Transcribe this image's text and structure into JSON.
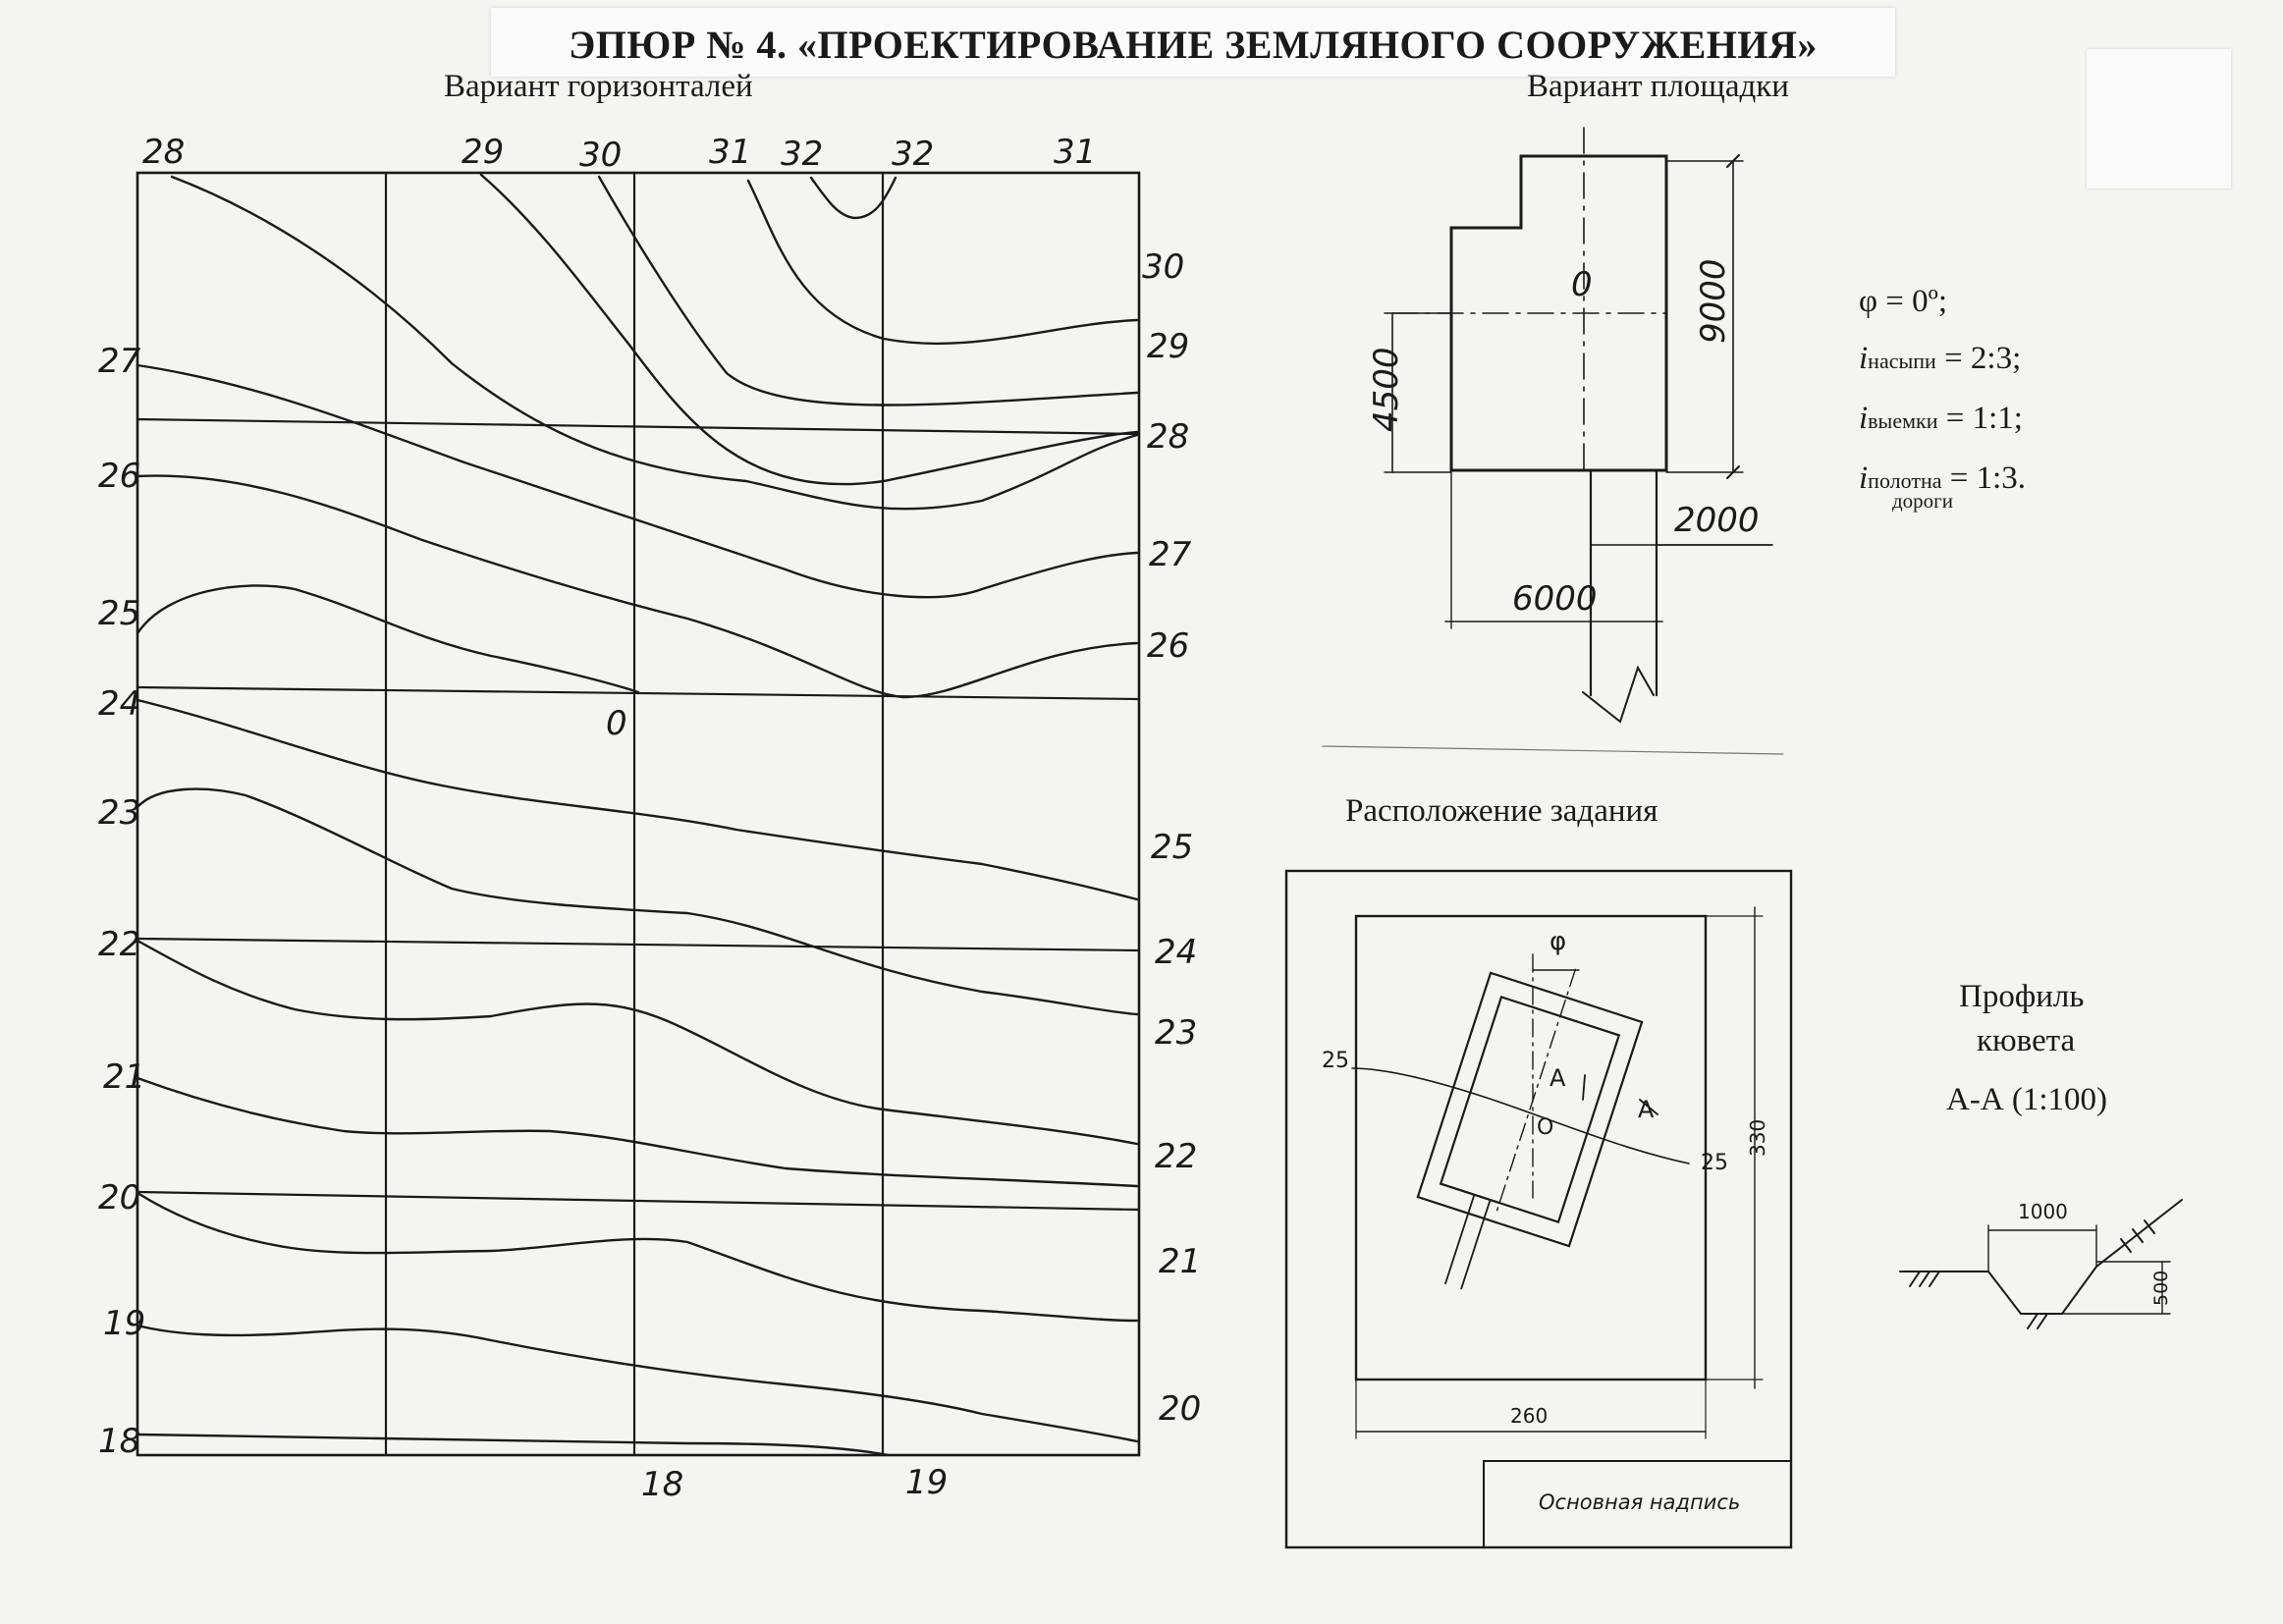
{
  "title": "ЭПЮР № 4. «ПРОЕКТИРОВАНИЕ ЗЕМЛЯНОГО СООРУЖЕНИЯ»",
  "contours": {
    "caption": "Вариант горизонталей",
    "top_labels": [
      "28",
      "29",
      "30",
      "31",
      "32",
      "32",
      "31"
    ],
    "left_labels": [
      "27",
      "26",
      "25",
      "24",
      "23",
      "22",
      "21",
      "20",
      "19",
      "18"
    ],
    "right_labels": [
      "30",
      "29",
      "28",
      "27",
      "26",
      "25",
      "24",
      "23",
      "22",
      "21",
      "20"
    ],
    "bottom_labels": [
      "18",
      "19"
    ],
    "origin_label": "0"
  },
  "site": {
    "caption": "Вариант площадки",
    "center_label": "0",
    "dim_height": "9000",
    "dim_half": "4500",
    "dim_road": "2000",
    "dim_width": "6000"
  },
  "params": {
    "phi": "φ = 0º;",
    "i1_sym": "i",
    "i1_sub": "насыпи",
    "i1_val": " = 2:3;",
    "i2_sym": "i",
    "i2_sub": "выемки",
    "i2_val": " = 1:1;",
    "i3_sym": "i",
    "i3_sub": "полотна",
    "i3_val": " = 1:3.",
    "i3_sub2": "дороги"
  },
  "layout": {
    "caption": "Расположение задания",
    "phi_label": "φ",
    "contour_left": "25",
    "contour_right": "25",
    "section_left": "A",
    "section_right": "A",
    "origin": "O",
    "height": "330",
    "width": "260",
    "title_block": "Основная надпись"
  },
  "profile": {
    "caption1": "Профиль",
    "caption2": "кювета",
    "caption3": "А-А (1:100)",
    "dim_width": "1000",
    "dim_depth": "500"
  }
}
